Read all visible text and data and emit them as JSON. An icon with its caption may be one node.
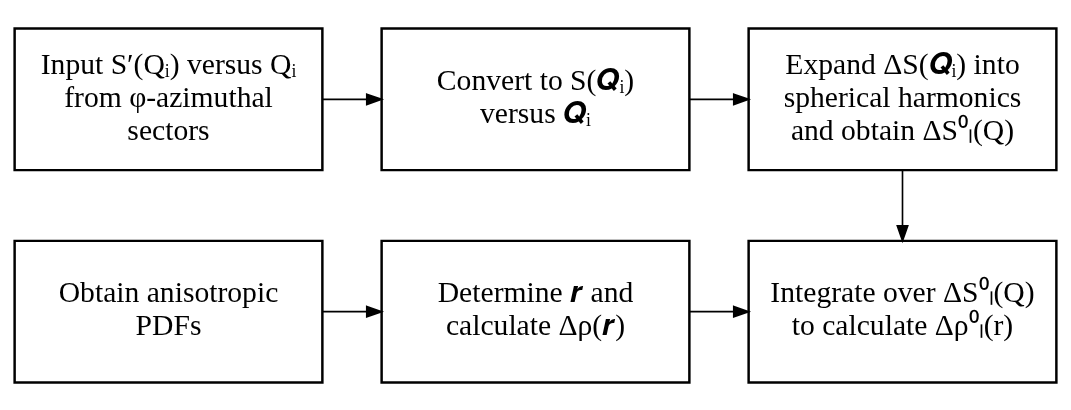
{
  "diagram": {
    "nodes": [
      {
        "text": [
          "Input S′(Qᵢ) versus Qᵢ from φ-azimuthal sectors"
        ]
      },
      {
        "text": [
          "Convert to S(𝑸ᵢ) versus 𝑸ᵢ"
        ]
      },
      {
        "text": [
          "Expand ΔS(𝑸ᵢ) into spherical harmonics and obtain ΔS⁰ₗ(Q)"
        ]
      },
      {
        "text": [
          "Obtain anisotropic PDFs"
        ]
      },
      {
        "text": [
          "Determine 𝒓 and calculate Δρ(𝒓)"
        ]
      },
      {
        "text": [
          "Integrate over ΔS⁰ₗ(Q) to calculate Δρ⁰ₗ(r)"
        ]
      }
    ],
    "edges": [
      {
        "from": 0,
        "to": 1,
        "arrow": "to"
      },
      {
        "from": 1,
        "to": 2,
        "arrow": "to"
      },
      {
        "from": 2,
        "to": 5,
        "arrow": "to"
      },
      {
        "from": 3,
        "to": 4,
        "arrow": "to"
      },
      {
        "from": 4,
        "to": 5,
        "arrow": "to"
      }
    ]
  }
}
